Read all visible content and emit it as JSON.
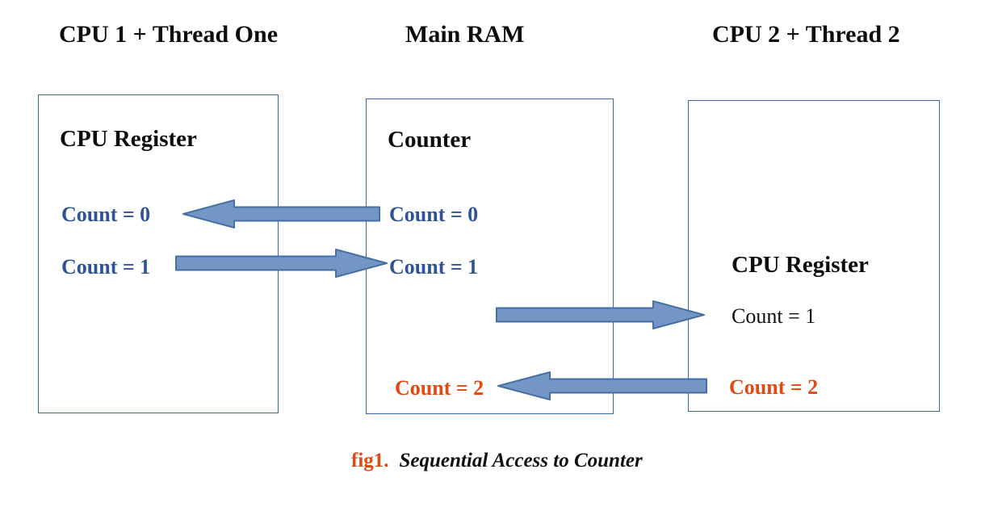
{
  "colors": {
    "count-blue": "#2F5496",
    "count-orange": "#E0490F",
    "arrow-fill": "#7496C4",
    "arrow-stroke": "#4470A4",
    "box-border": "#3A68A8"
  },
  "headers": {
    "cpu1": "CPU 1 + Thread One",
    "ram": "Main RAM",
    "cpu2": "CPU 2 + Thread 2"
  },
  "cpu1_box": {
    "title": "CPU Register",
    "count0": "Count = 0",
    "count1": "Count = 1"
  },
  "ram_box": {
    "title": "Counter",
    "count0": "Count = 0",
    "count1": "Count = 1",
    "count2": "Count = 2"
  },
  "cpu2_box": {
    "title": "CPU Register",
    "count1": "Count = 1",
    "count2": "Count = 2"
  },
  "arrows": [
    {
      "name": "ram-to-cpu1",
      "direction": "left",
      "row": "Count = 0"
    },
    {
      "name": "cpu1-to-ram",
      "direction": "right",
      "row": "Count = 1"
    },
    {
      "name": "ram-to-cpu2",
      "direction": "right",
      "row": "Count = 1"
    },
    {
      "name": "cpu2-to-ram",
      "direction": "left",
      "row": "Count = 2"
    }
  ],
  "caption": {
    "prefix": "fig1.",
    "title": "Sequential Access to Counter"
  }
}
